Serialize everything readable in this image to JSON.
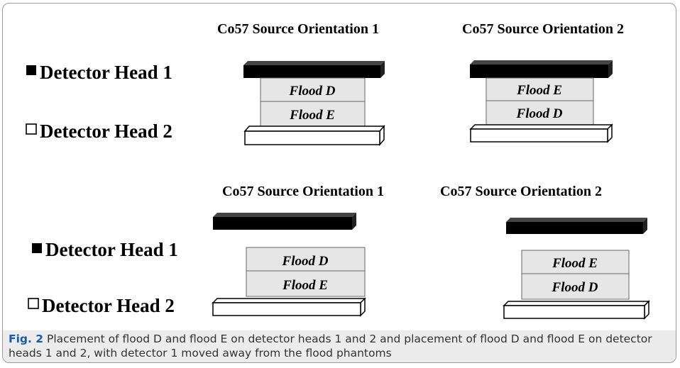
{
  "headings": {
    "top_left": "Co57 Source Orientation 1",
    "top_right": "Co57 Source Orientation 2",
    "bottom_left": "Co57 Source Orientation 1",
    "bottom_right": "Co57 Source Orientation 2"
  },
  "legend": {
    "top_head1": "Detector Head 1",
    "top_head2": "Detector Head 2",
    "bottom_head1": "Detector Head 1",
    "bottom_head2": "Detector Head 2"
  },
  "floods": {
    "top_left_upper": "Flood D",
    "top_left_lower": "Flood E",
    "top_right_upper": "Flood E",
    "top_right_lower": "Flood D",
    "bottom_left_upper": "Flood D",
    "bottom_left_lower": "Flood E",
    "bottom_right_upper": "Flood E",
    "bottom_right_lower": "Flood D"
  },
  "caption": {
    "label": "Fig. 2",
    "text": " Placement of flood D and flood E on detector heads 1 and 2 and placement of flood D and flood E on detector heads 1 and 2, with detector 1 moved away from the flood phantoms"
  },
  "colors": {
    "head1": "#000000",
    "head2": "#ffffff",
    "flood_fill": "#e6e6e6",
    "caption_label": "#1a5aa6",
    "caption_bg": "#ececec"
  }
}
